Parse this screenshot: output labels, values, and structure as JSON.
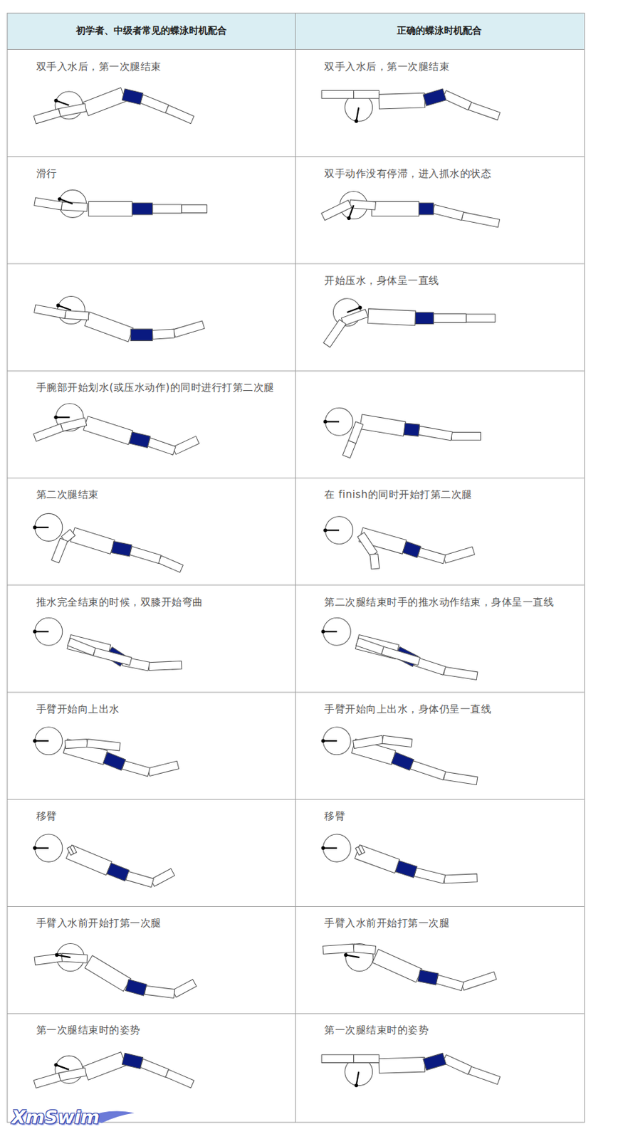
{
  "diagram": {
    "labels": [
      "初学者、中级者常见的蝶泳时机配合",
      "正确的蝶泳时机配合",
      "双手入水后，第一次腿结束",
      "双手入水后，第一次腿结束",
      "滑行",
      "双手动作没有停滞，进入抓水的状态",
      "开始压水，身体呈一直线",
      "手腕部开始划水(或压水动作)的同时进行打第二次腿",
      "第二次腿结束",
      "在 finish的同时开始打第二次腿",
      "推水完全结束的时候，双膝开始弯曲",
      "第二次腿结束时手的推水动作结束，身体呈一直线",
      "手臂开始向上出水",
      "手臂开始向上出水，身体仍呈一直线",
      "移臂",
      "移臂",
      "手臂入水前开始打第一次腿",
      "手臂入水前开始打第一次腿",
      "第一次腿结束时的姿势",
      "第一次腿结束时的姿势",
      "XmSwim"
    ]
  }
}
